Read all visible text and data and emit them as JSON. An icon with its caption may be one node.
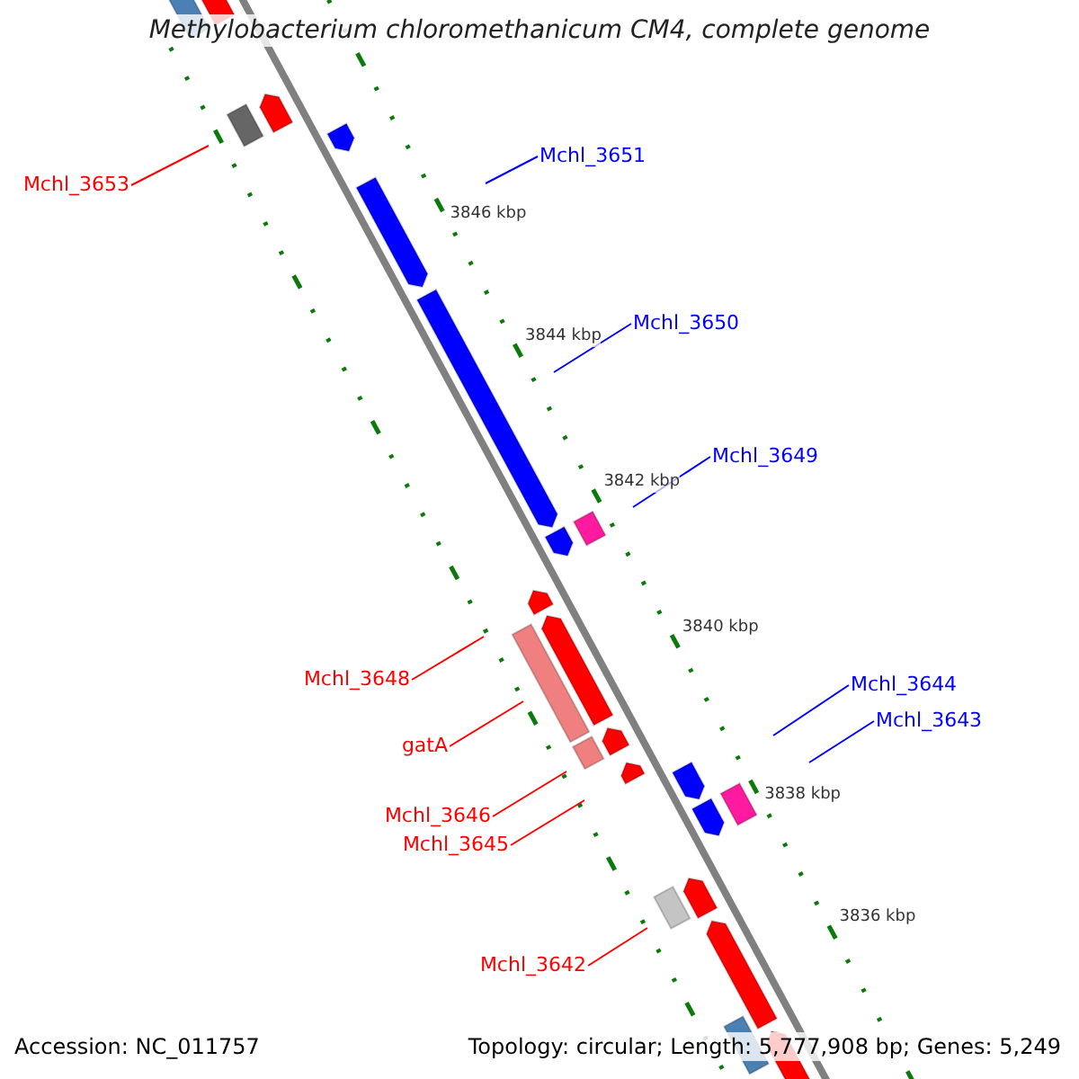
{
  "diagram": {
    "title": "Methylobacterium chloromethanicum CM4, complete genome",
    "nodes": [
      {
        "text": [
          "Mchl_3651"
        ]
      },
      {
        "text": [
          "Mchl_3653"
        ]
      },
      {
        "text": [
          "Mchl_3650"
        ]
      },
      {
        "text": [
          "Mchl_3649"
        ]
      },
      {
        "text": [
          "Mchl_3648"
        ]
      },
      {
        "text": [
          "Mchl_3644"
        ]
      },
      {
        "text": [
          "Mchl_3643"
        ]
      },
      {
        "text": [
          "gatA"
        ]
      },
      {
        "text": [
          "Mchl_3646"
        ]
      },
      {
        "text": [
          "Mchl_3645"
        ]
      },
      {
        "text": [
          "Mchl_3642"
        ]
      }
    ],
    "edges": [
      {
        "from": 0,
        "to": null,
        "arrow": "none",
        "color": "#0000ff"
      },
      {
        "from": 1,
        "to": null,
        "arrow": "none",
        "color": "#ff0000"
      },
      {
        "from": 2,
        "to": null,
        "arrow": "none",
        "color": "#0000ff"
      },
      {
        "from": 3,
        "to": null,
        "arrow": "none",
        "color": "#0000ff"
      },
      {
        "from": 4,
        "to": null,
        "arrow": "none",
        "color": "#ff0000"
      },
      {
        "from": 5,
        "to": null,
        "arrow": "none",
        "color": "#0000ff"
      },
      {
        "from": 6,
        "to": null,
        "arrow": "none",
        "color": "#0000ff"
      },
      {
        "from": 7,
        "to": null,
        "arrow": "none",
        "color": "#ff0000"
      },
      {
        "from": 8,
        "to": null,
        "arrow": "none",
        "color": "#ff0000"
      },
      {
        "from": 9,
        "to": null,
        "arrow": "none",
        "color": "#ff0000"
      },
      {
        "from": 10,
        "to": null,
        "arrow": "none",
        "color": "#ff0000"
      }
    ],
    "labels": [
      "3846 kbp",
      "3844 kbp",
      "3842 kbp",
      "3840 kbp",
      "3838 kbp",
      "3836 kbp",
      "Accession: NC_011757",
      "Topology: circular; Length: 5,777,908 bp; Genes: 5,249"
    ]
  }
}
